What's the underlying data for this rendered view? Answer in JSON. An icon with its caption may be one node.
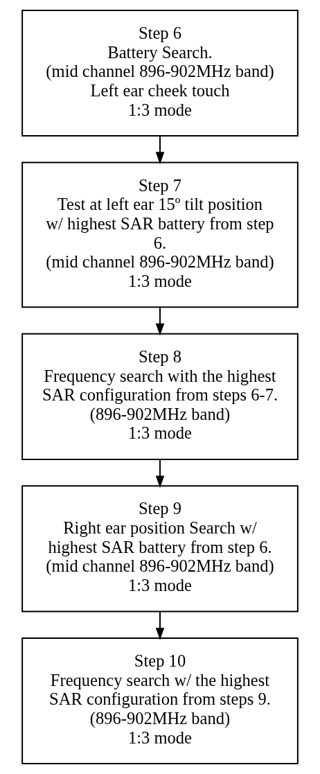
{
  "diagram": {
    "nodes": [
      {
        "text": [
          "Step 6",
          "Battery Search.",
          "(mid channel 896-902MHz band)",
          "Left ear cheek touch",
          "1:3 mode"
        ]
      },
      {
        "text": [
          "Step 7",
          "Test at left ear 15º tilt position w/ highest SAR battery from step 6.",
          "(mid channel 896-902MHz band)",
          "1:3 mode"
        ]
      },
      {
        "text": [
          "Step 8",
          "Frequency search with the highest SAR configuration from steps 6-7.",
          "(896-902MHz band)",
          "1:3 mode"
        ]
      },
      {
        "text": [
          "Step 9",
          "Right ear position Search w/ highest SAR battery from step 6.",
          "(mid channel 896-902MHz band)",
          "1:3 mode"
        ]
      },
      {
        "text": [
          "Step 10",
          "Frequency search w/ the highest SAR configuration from steps 9.",
          "(896-902MHz band)",
          "1:3 mode"
        ]
      }
    ],
    "edges": [
      {
        "from": 0,
        "to": 1,
        "arrow": "to"
      },
      {
        "from": 1,
        "to": 2,
        "arrow": "to"
      },
      {
        "from": 2,
        "to": 3,
        "arrow": "to"
      },
      {
        "from": 3,
        "to": 4,
        "arrow": "to"
      }
    ]
  }
}
